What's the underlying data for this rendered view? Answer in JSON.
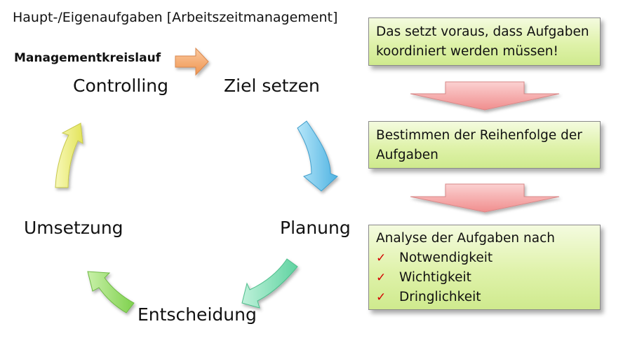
{
  "heading": "Haupt-/Eigenaufgaben [Arbeitszeitmanagement]",
  "cycle": {
    "title": "Managementkreislauf",
    "stages": {
      "controlling": "Controlling",
      "ziel_setzen": "Ziel setzen",
      "planung": "Planung",
      "entscheidung": "Entscheidung",
      "umsetzung": "Umsetzung"
    },
    "arrow_colors": {
      "controlling_to_ziel": "#f4a46a",
      "ziel_to_planung": "#6cc6ec",
      "planung_to_entscheidung": "#7fe0b6",
      "entscheidung_to_umsetzung": "#9adf6e",
      "umsetzung_to_controlling": "#eef07a"
    }
  },
  "flow": {
    "box1": {
      "line1": "Das setzt voraus, dass Aufgaben",
      "line2": "koordiniert werden müssen!"
    },
    "box2": {
      "line1": "Bestimmen der Reihenfolge der",
      "line2": "Aufgaben"
    },
    "box3": {
      "title": "Analyse der Aufgaben nach",
      "items": [
        "Notwendigkeit",
        "Wichtigkeit",
        "Dringlichkeit"
      ],
      "check_symbol": "✓"
    },
    "box_color": "#dff2aa",
    "down_arrow_color": "#f6a9a9"
  }
}
